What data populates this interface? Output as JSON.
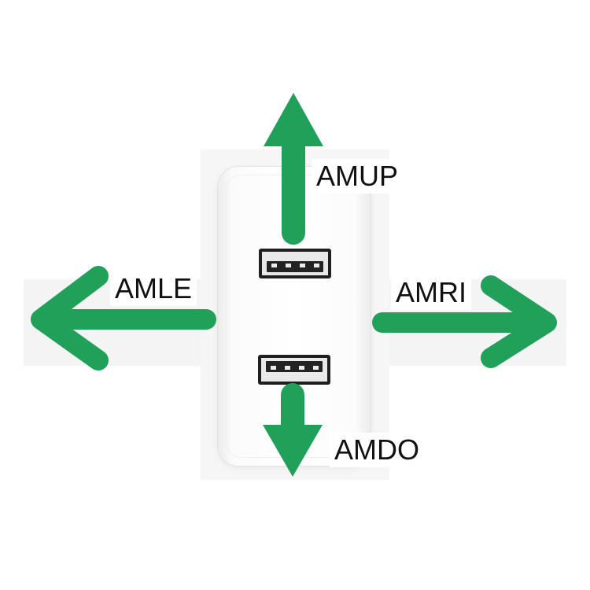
{
  "labels": {
    "up": "AMUP",
    "left": "AMLE",
    "right": "AMRI",
    "down": "AMDO"
  },
  "colors": {
    "arrow": "#21a05a",
    "port_frame": "#1f1f1f"
  },
  "icons": {
    "up": "arrow-up-icon",
    "left": "arrow-left-icon",
    "right": "arrow-right-icon",
    "down": "arrow-down-icon",
    "port": "usb-port-icon"
  }
}
